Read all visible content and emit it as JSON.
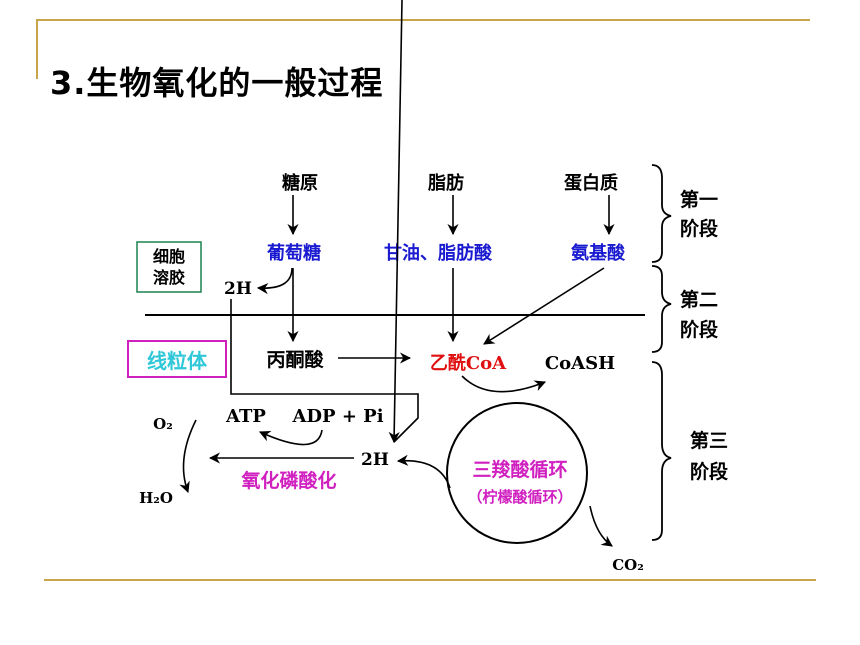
{
  "title": "3.生物氧化的一般过程",
  "sources": [
    "糖原",
    "脂肪",
    "蛋白质"
  ],
  "stage1_products": [
    "葡萄糖",
    "甘油、脂肪酸",
    "氨基酸"
  ],
  "stages": {
    "stage1": [
      "第一",
      "阶段"
    ],
    "stage2": [
      "第二",
      "阶段"
    ],
    "stage3": [
      "第三",
      "阶段"
    ]
  },
  "compartments": {
    "cytosol": [
      "细胞",
      "溶胶"
    ],
    "mitochondria": "线粒体"
  },
  "intermediates": {
    "pyruvate": "丙酮酸",
    "acetyl_coa": "乙酰CoA",
    "coash": "CoASH",
    "h2_top": "2H",
    "h2_mid": "2H",
    "atp": "ATP",
    "adp_pi": "ADP + Pi",
    "o2": "O₂",
    "h2o": "H₂O",
    "co2": "CO₂",
    "ox_phos": "氧化磷酸化"
  },
  "tca": {
    "name": "三羧酸循环",
    "alt": "（柠檬酸循环）"
  },
  "colors": {
    "blue": "#1a1ad0",
    "red": "#e01010",
    "magenta": "#d020c0",
    "cyan": "#30c8d8",
    "green_box": "#2a8a5a",
    "rule": "#c8a44a"
  }
}
